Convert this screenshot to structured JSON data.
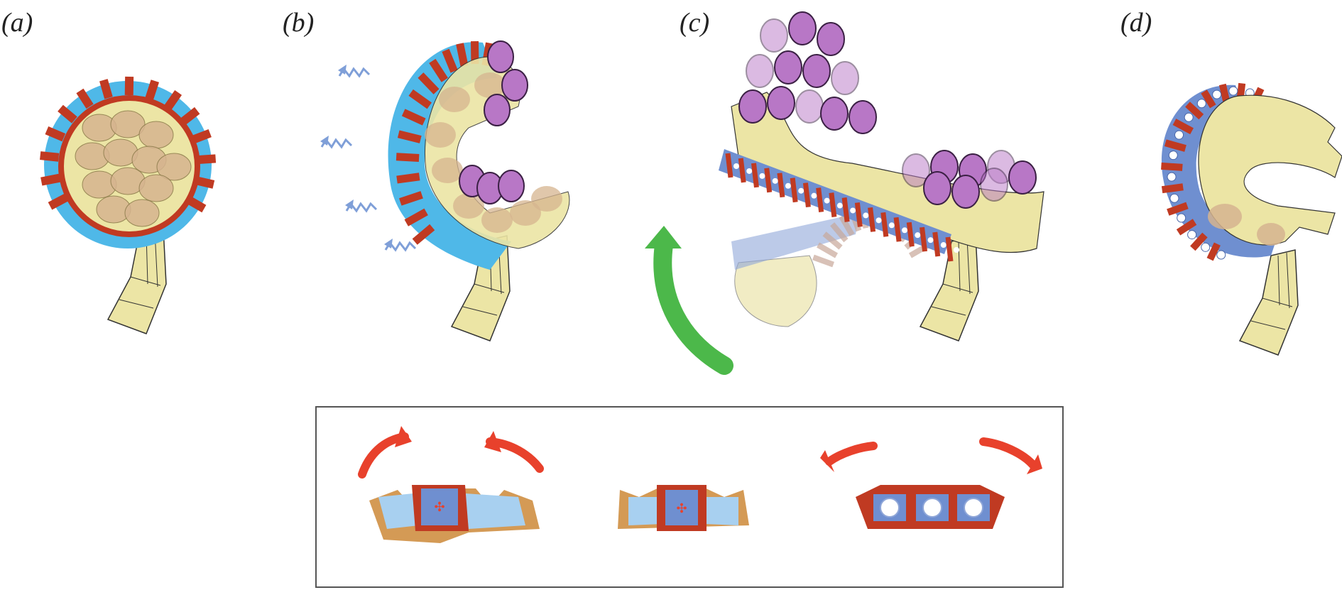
{
  "figure": {
    "panels": [
      {
        "id": "a",
        "label": "(a)"
      },
      {
        "id": "b",
        "label": "(b)"
      },
      {
        "id": "c",
        "label": "(c)"
      },
      {
        "id": "d",
        "label": "(d)"
      }
    ]
  },
  "colors": {
    "background": "#ffffff",
    "annulus_wall": "#c03a22",
    "annulus_cell": "#4fb8e8",
    "dry_cell": "#6f8fd0",
    "bubble": "#ffffff",
    "stalk": "#ece5a5",
    "spores": "#d6b48f",
    "spores_released": "#b877c6",
    "arrow_rotation": "#4cb84a",
    "arrow_motion": "#e8412c",
    "evaporation": "#7f9fd8",
    "inset_base": "#d49a55"
  }
}
